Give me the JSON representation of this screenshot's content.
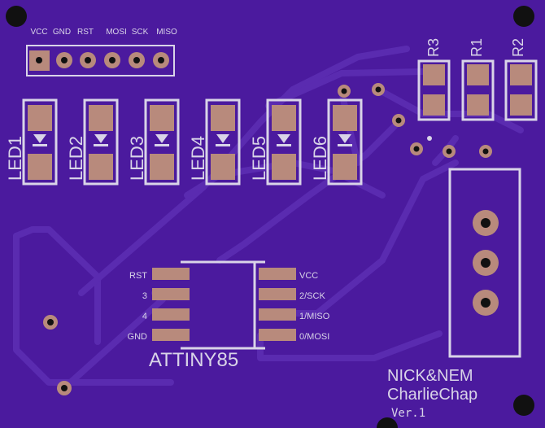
{
  "board": {
    "colors": {
      "substrate": "#4b1a9e",
      "trace": "#5a2bb0",
      "silk": "#d9d4e8",
      "pad": "#b88a7c",
      "hole": "#111111"
    }
  },
  "header": {
    "labels": [
      "VCC",
      "GND",
      "RST",
      "MOSI",
      "SCK",
      "MISO"
    ]
  },
  "leds": [
    "LED1",
    "LED2",
    "LED3",
    "LED4",
    "LED5",
    "LED6"
  ],
  "resistors": [
    "R3",
    "R1",
    "R2"
  ],
  "chip": {
    "name": "ATTINY85",
    "left_pins": [
      "RST",
      "3",
      "4",
      "GND"
    ],
    "right_pins": [
      "VCC",
      "2/SCK",
      "1/MISO",
      "0/MOSI"
    ]
  },
  "credits": {
    "line1": "NICK&NEM",
    "line2": "CharlieChap",
    "version": "Ver.1"
  }
}
